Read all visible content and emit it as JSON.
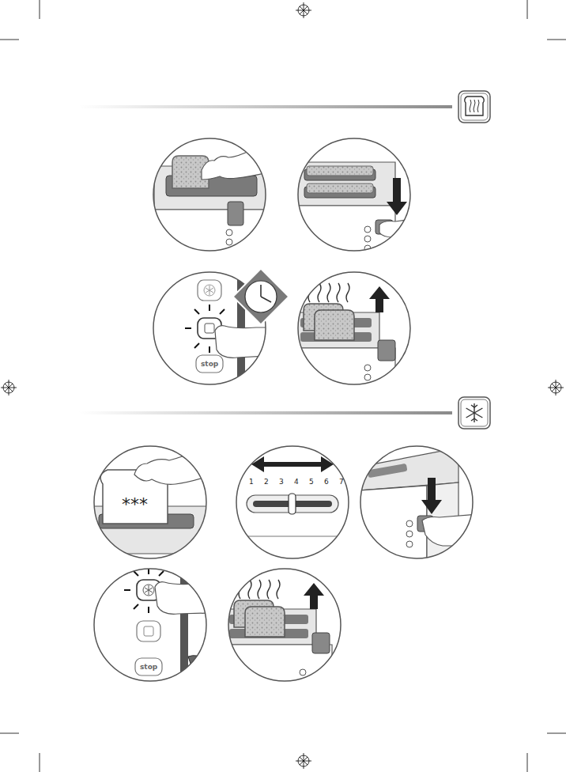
{
  "diagram": {
    "labels": [
      "stop",
      "***",
      "1",
      "2",
      "3",
      "4",
      "5",
      "6",
      "7",
      "stop"
    ]
  }
}
